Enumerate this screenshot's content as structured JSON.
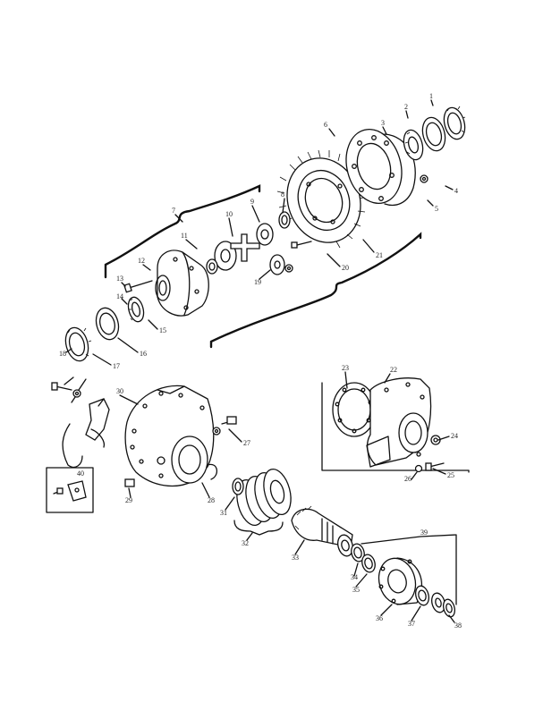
{
  "figure": {
    "title": "",
    "callouts": [
      "1",
      "2",
      "3",
      "4",
      "5",
      "6",
      "7",
      "8",
      "9",
      "10",
      "11",
      "12",
      "13",
      "14",
      "15",
      "16",
      "17",
      "18",
      "19",
      "20",
      "21",
      "22",
      "23",
      "24",
      "25",
      "26",
      "27",
      "28",
      "29",
      "30",
      "31",
      "32",
      "33",
      "34",
      "35",
      "36",
      "37",
      "38",
      "39",
      "40"
    ]
  }
}
